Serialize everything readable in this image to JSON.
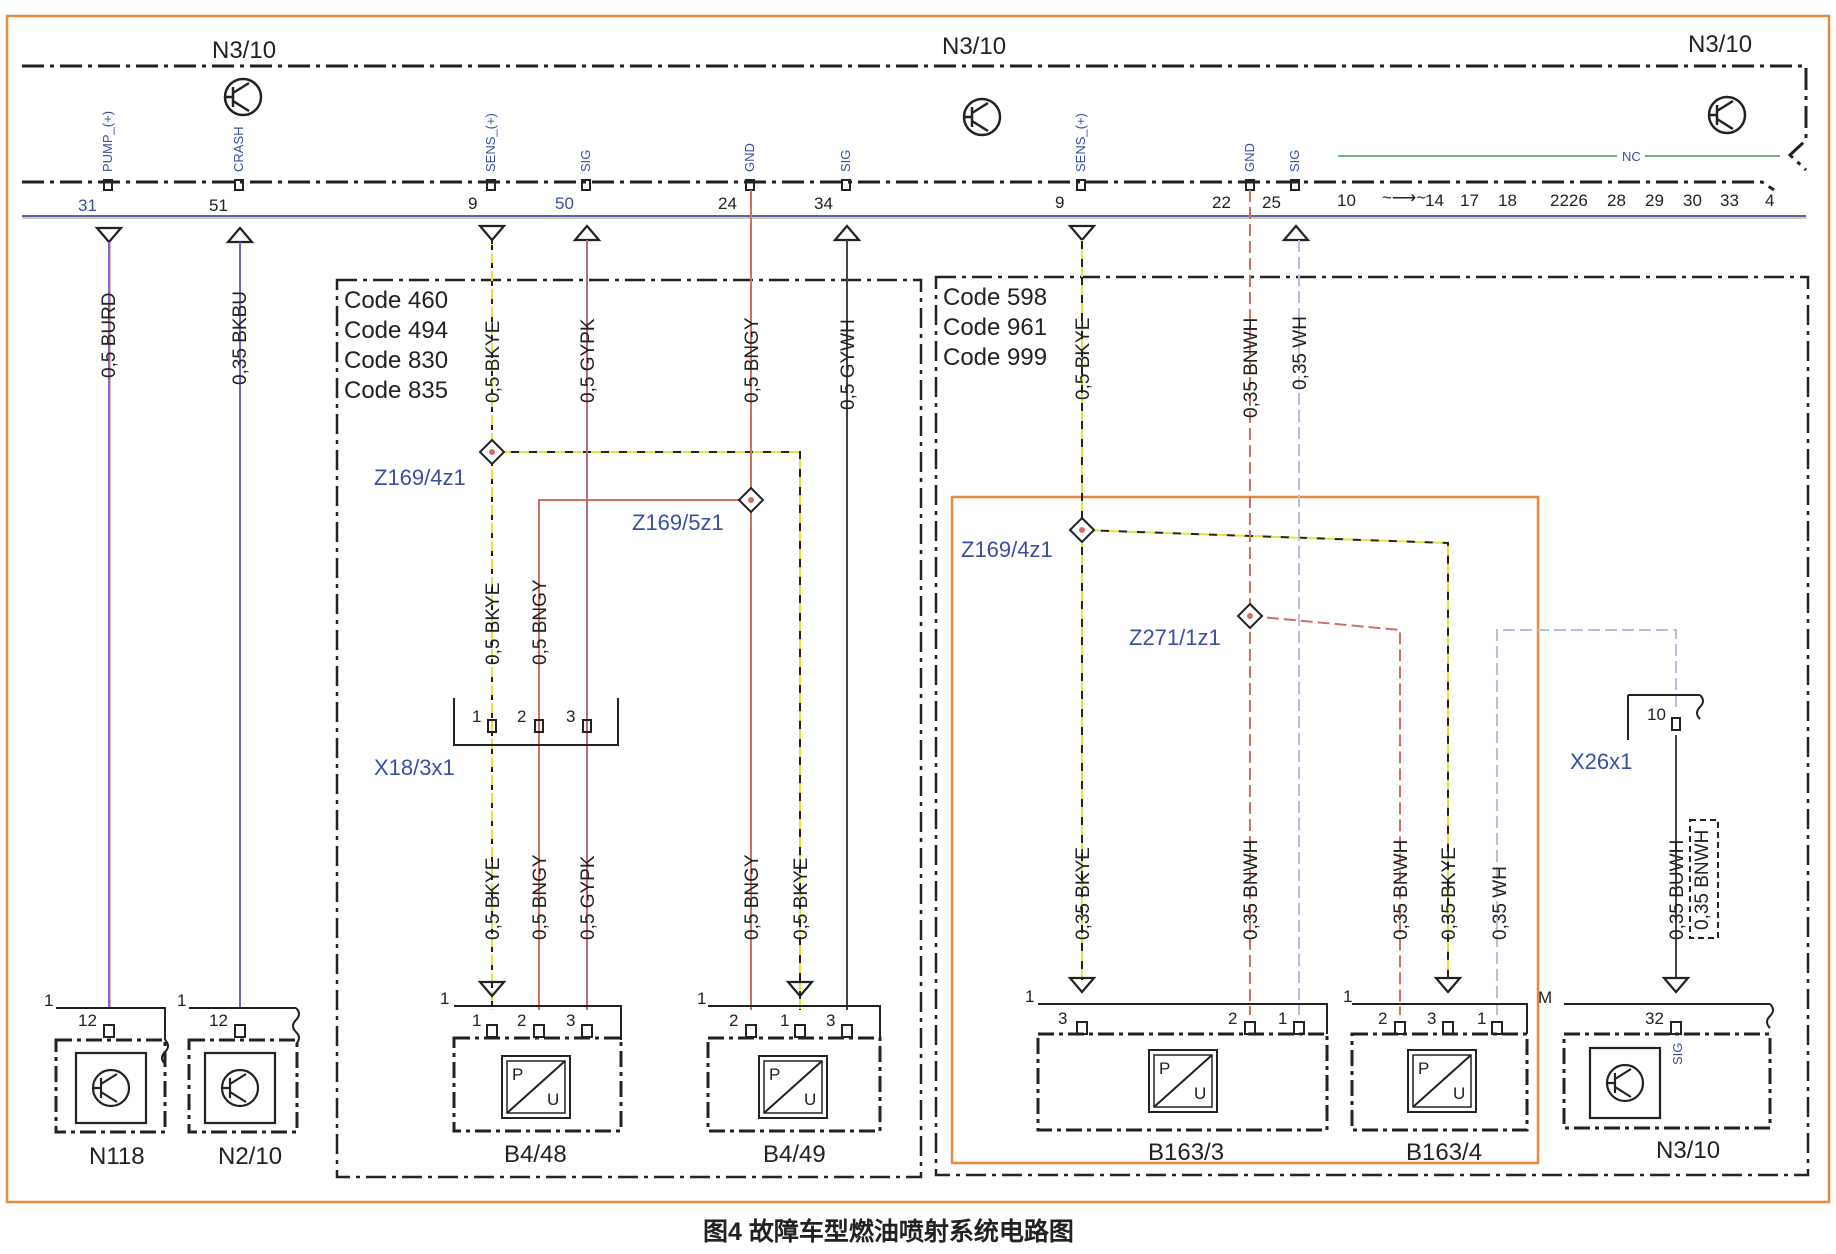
{
  "title": "图4 故障车型燃油喷射系统电路图",
  "ecu": {
    "labels": [
      "N3/10",
      "N3/10",
      "N3/10"
    ],
    "pin_names": {
      "pump": "PUMP_(+)",
      "crash": "CRASH",
      "sens1": "SENS_(+)",
      "sig1": "SIG",
      "gnd1": "GND",
      "sig2": "SIG",
      "sens2": "SENS_(+)",
      "gnd2": "GND",
      "sig3": "SIG",
      "nc": "NC"
    },
    "pins": {
      "p31": "31",
      "p51": "51",
      "p9a": "9",
      "p50": "50",
      "p24": "24",
      "p34": "34",
      "p9b": "9",
      "p22": "22",
      "p25": "25",
      "p10": "10",
      "p14": "14",
      "p17": "17",
      "p18": "18",
      "p2226": "2226",
      "p28": "28",
      "p29": "29",
      "p30": "30",
      "p33": "33",
      "p4": "4"
    }
  },
  "wires": {
    "burd": "0,5 BURD",
    "bkbu": "0,35 BKBU",
    "bkye_top1": "0,5 BKYE",
    "gypk_top": "0,5 GYPK",
    "bngy_top": "0,5 BNGY",
    "gywh_top": "0,5 GYWH",
    "bkye_top2": "0,5 BKYE",
    "bnwh_top": "0,35 BNWH",
    "wh_top": "0,35 WH",
    "bkye_mid": "0,5 BKYE",
    "bngy_mid": "0,5 BNGY",
    "b448_bkye": "0,5 BKYE",
    "b448_bngy": "0,5 BNGY",
    "b448_gypk": "0,5 GYPK",
    "b449_bngy": "0,5 BNGY",
    "b449_bkye": "0,5 BKYE",
    "b1633_bkye": "0,35 BKYE",
    "b1633_bnwh": "0,35 BNWH",
    "b1634_bnwh": "0,35 BNWH",
    "b1634_bkye": "0,35 BKYE",
    "b1634_wh": "0,35 WH",
    "n310_buwh": "0,35 BUWH",
    "n310_bnwh": "0,35 BNWH"
  },
  "codes": {
    "left": [
      "Code 460",
      "Code 494",
      "Code 830",
      "Code 835"
    ],
    "right": [
      "Code 598",
      "Code 961",
      "Code 999"
    ]
  },
  "nodes": {
    "z169_4z1_a": "Z169/4z1",
    "z169_5z1": "Z169/5z1",
    "z169_4z1_b": "Z169/4z1",
    "z271_1z1": "Z271/1z1",
    "x18_3x1": "X18/3x1",
    "x26x1": "X26x1"
  },
  "connector_pins": {
    "one": "1",
    "two": "2",
    "three": "3",
    "ten": "10",
    "twelve": "12",
    "thirtytwo": "32",
    "m": "M",
    "sig": "SIG"
  },
  "components": {
    "n118": "N118",
    "n210": "N2/10",
    "b448": "B4/48",
    "b449": "B4/49",
    "b1633": "B163/3",
    "b1634": "B163/4",
    "n310": "N3/10"
  },
  "sensor_symbol": {
    "p": "P",
    "u": "U"
  },
  "colors": {
    "border": "#e88a3c",
    "dashdot": "#222222",
    "bkye_dash": "#e8e23a",
    "bnwh_wire": "#d07060",
    "wh_wire": "#b8c0d8",
    "burd_wire": "#7068c0",
    "accent_blue": "#3a4fa0"
  }
}
